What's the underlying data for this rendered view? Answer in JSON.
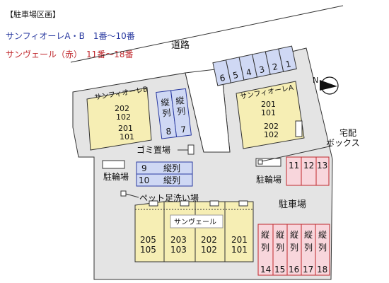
{
  "legend": {
    "title": "【駐車場区画】",
    "line_a": "サンフィオーレA・B　1番〜10番",
    "line_b": "サンヴェール（赤）　11番〜18番"
  },
  "labels": {
    "road": "道路",
    "garbage": "ゴミ置場",
    "bike_left": "駐輪場",
    "bike_right": "駐輪場",
    "pet_wash": "ペット足洗い場",
    "parking": "駐車場",
    "delivery_1": "宅配",
    "delivery_2": "ボックス",
    "north": "N"
  },
  "buildings": {
    "b_name": "サンフィオーレB",
    "b_rooms": [
      "202",
      "102",
      "201",
      "101"
    ],
    "a_name": "サンフィオーレA",
    "a_rooms": [
      "201",
      "101",
      "202",
      "102"
    ],
    "verde_name": "サンヴェール",
    "verde_units": [
      [
        "205",
        "105"
      ],
      [
        "203",
        "103"
      ],
      [
        "202",
        "102"
      ],
      [
        "201",
        "101"
      ]
    ]
  },
  "parking_blue": {
    "top_row": [
      "6",
      "5",
      "4",
      "3",
      "2",
      "1"
    ],
    "vertical_label": "縦列",
    "pair": [
      "8",
      "7"
    ],
    "row9": {
      "num": "9",
      "label": "縦列"
    },
    "row10": {
      "num": "10",
      "label": "縦列"
    }
  },
  "parking_red": {
    "top": [
      "11",
      "12",
      "13"
    ],
    "bottom": [
      "14",
      "15",
      "16",
      "17",
      "18"
    ],
    "vertical_label": "縦列"
  },
  "colors": {
    "lot_fill": "#e4e4e4",
    "building_fill": "#f6eeb4",
    "blue_spot": "#cfd8f4",
    "blue_border": "#2a3aa0",
    "red_spot": "#f8d6dc",
    "red_border": "#c0282d"
  }
}
